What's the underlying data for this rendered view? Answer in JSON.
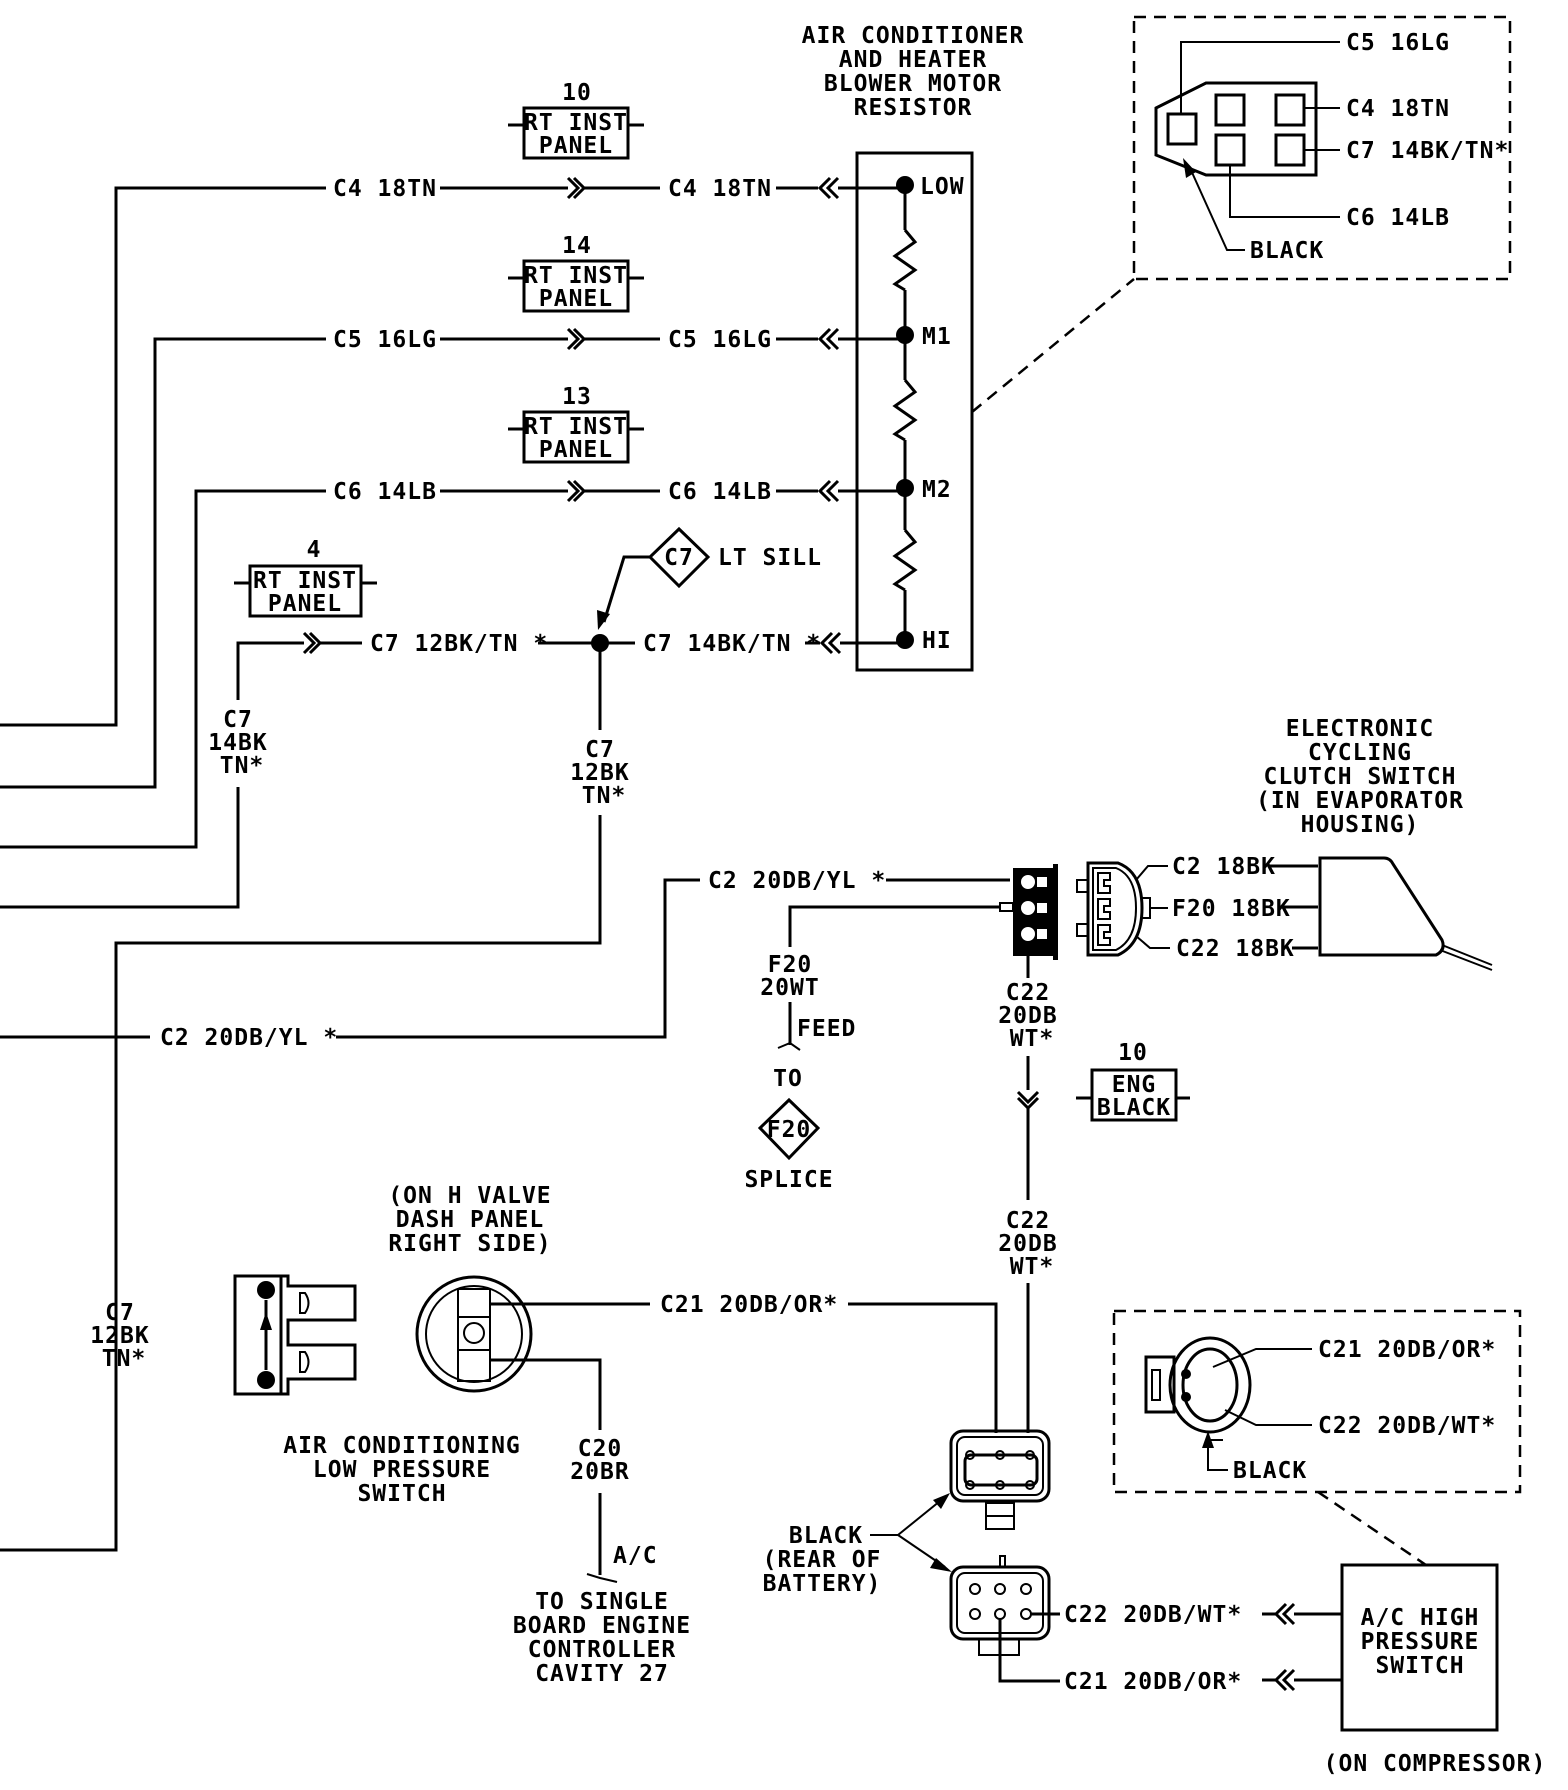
{
  "diagram": {
    "colors": {
      "ink": "#000000",
      "paper": "#ffffff"
    },
    "blower_resistor": {
      "title": [
        "AIR CONDITIONER",
        "AND HEATER",
        "BLOWER MOTOR",
        "RESISTOR"
      ],
      "terminals": [
        "LOW",
        "M1",
        "M2",
        "HI"
      ]
    },
    "connector_inset_top": {
      "wires": [
        "C5 16LG",
        "C4 18TN",
        "C7 14BK/TN*",
        "C6 14LB"
      ],
      "color_label": "BLACK"
    },
    "inline_connectors": [
      {
        "number": "10",
        "lines": [
          "RT INST",
          "PANEL"
        ]
      },
      {
        "number": "14",
        "lines": [
          "RT INST",
          "PANEL"
        ]
      },
      {
        "number": "13",
        "lines": [
          "RT INST",
          "PANEL"
        ]
      },
      {
        "number": "4",
        "lines": [
          "RT INST",
          "PANEL"
        ]
      },
      {
        "number": "10",
        "lines": [
          "ENG",
          "BLACK"
        ]
      }
    ],
    "wires": {
      "c4_left": "C4 18TN",
      "c4_right": "C4 18TN",
      "c5_left": "C5 16LG",
      "c5_right": "C5 16LG",
      "c6_left": "C6 14LB",
      "c6_right": "C6 14LB",
      "c7_left": "C7 12BK/TN *",
      "c7_right": "C7 14BK/TN *",
      "c7_vert_left": [
        "C7",
        "14BK",
        "TN*"
      ],
      "c7_vert_mid": [
        "C7",
        "12BK",
        "TN*"
      ],
      "c7_vert_far": [
        "C7",
        "12BK",
        "TN*"
      ],
      "c2_top": "C2 20DB/YL *",
      "c2_left": "C2 20DB/YL *",
      "f20_vert": [
        "F20",
        "20WT"
      ],
      "f20_feed": "FEED",
      "f20_to": "TO",
      "c22_vert_upper": [
        "C22",
        "20DB",
        "WT*"
      ],
      "c22_vert_lower": [
        "C22",
        "20DB",
        "WT*"
      ],
      "c21_mid": "C21 20DB/OR*",
      "c20_vert": [
        "C20",
        "20BR"
      ],
      "c20_ac": "A/C",
      "c22_bottom": "C22 20DB/WT*",
      "c21_bottom": "C21 20DB/OR*"
    },
    "splices": [
      {
        "id": "C7",
        "label": "LT SILL"
      },
      {
        "id": "F20",
        "label": "SPLICE"
      }
    ],
    "cycling_switch": {
      "title": [
        "ELECTRONIC",
        "CYCLING",
        "CLUTCH SWITCH",
        "(IN EVAPORATOR",
        "HOUSING)"
      ],
      "wires": [
        "C2 18BK",
        "F20 18BK",
        "C22 18BK"
      ]
    },
    "low_pressure_switch": {
      "location": [
        "(ON H VALVE",
        "DASH PANEL",
        "RIGHT SIDE)"
      ],
      "title": [
        "AIR CONDITIONING",
        "LOW PRESSURE",
        "SWITCH"
      ]
    },
    "sbec_note": [
      "TO SINGLE",
      "BOARD ENGINE",
      "CONTROLLER",
      "CAVITY 27"
    ],
    "battery_connector": {
      "label": [
        "BLACK",
        "(REAR OF",
        "BATTERY)"
      ]
    },
    "connector_inset_bottom": {
      "wires": [
        "C21 20DB/OR*",
        "C22 20DB/WT*"
      ],
      "color_label": "BLACK"
    },
    "high_pressure_switch": {
      "title": [
        "A/C HIGH",
        "PRESSURE",
        "SWITCH"
      ],
      "location": "(ON COMPRESSOR)"
    }
  }
}
